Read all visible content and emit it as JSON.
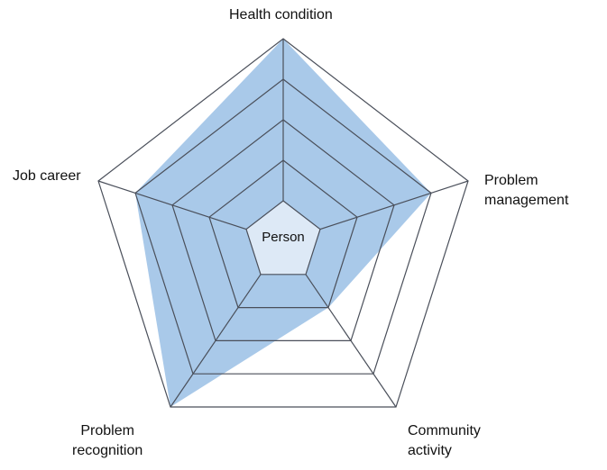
{
  "diagram": {
    "center_label": "Person",
    "axes": [
      {
        "key": "health",
        "label_lines": [
          "Health condition"
        ]
      },
      {
        "key": "pm",
        "label_lines": [
          "Problem",
          "management"
        ]
      },
      {
        "key": "ca",
        "label_lines": [
          "Community",
          "activity"
        ]
      },
      {
        "key": "pr",
        "label_lines": [
          "Problem",
          "recognition"
        ]
      },
      {
        "key": "job",
        "label_lines": [
          "Job career"
        ]
      }
    ],
    "ring_count": 5,
    "levels": {
      "health": 5,
      "pm": 4,
      "ca": 2,
      "pr": 5,
      "job": 4
    },
    "colors": {
      "fill": "#a9c9e9",
      "inner": "#dde9f6",
      "stroke": "#4a4f5a"
    }
  }
}
